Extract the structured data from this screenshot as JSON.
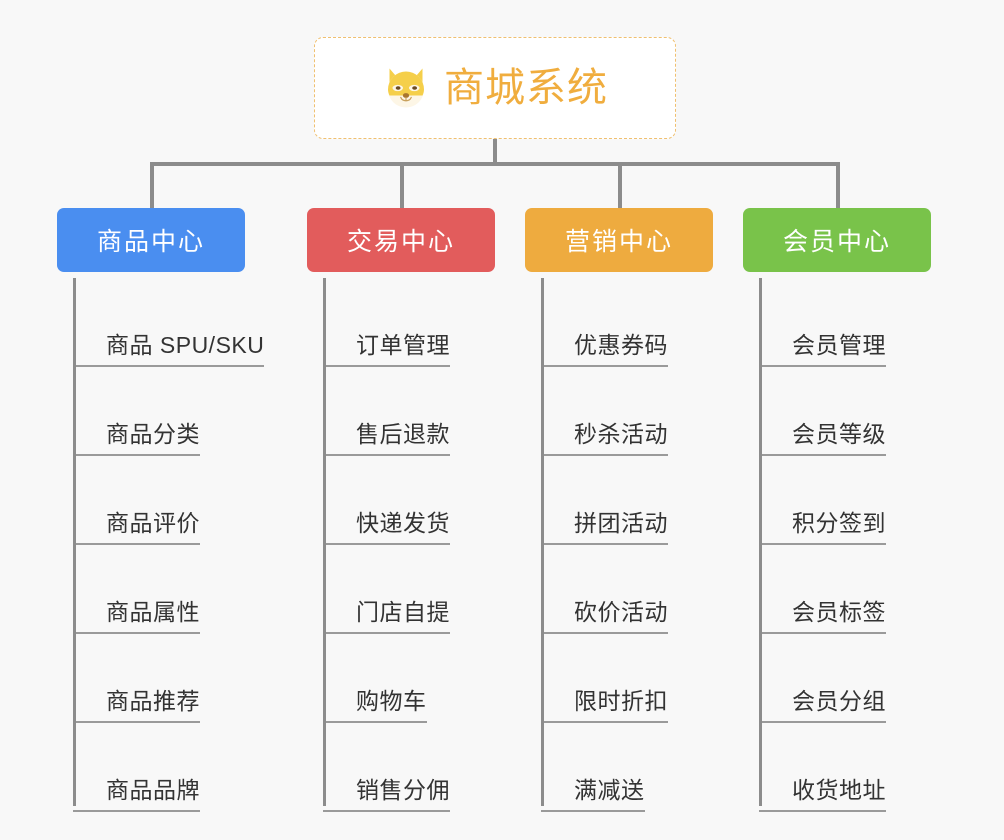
{
  "canvas": {
    "background": "#f8f8f8",
    "line_color": "#8c8c8c"
  },
  "root": {
    "title": "商城系统",
    "icon": "shiba-dog-face-icon",
    "text_color": "#f0ad3e",
    "border_color": "#f0c070",
    "background": "#ffffff"
  },
  "branches": [
    {
      "label": "商品中心",
      "color": "#4a8ef0",
      "items": [
        "商品 SPU/SKU",
        "商品分类",
        "商品评价",
        "商品属性",
        "商品推荐",
        "商品品牌"
      ]
    },
    {
      "label": "交易中心",
      "color": "#e25c5c",
      "items": [
        "订单管理",
        "售后退款",
        "快递发货",
        "门店自提",
        "购物车",
        "销售分佣"
      ]
    },
    {
      "label": "营销中心",
      "color": "#eeab3f",
      "items": [
        "优惠券码",
        "秒杀活动",
        "拼团活动",
        "砍价活动",
        "限时折扣",
        "满减送"
      ]
    },
    {
      "label": "会员中心",
      "color": "#79c34a",
      "items": [
        "会员管理",
        "会员等级",
        "积分签到",
        "会员标签",
        "会员分组",
        "收货地址"
      ]
    }
  ]
}
